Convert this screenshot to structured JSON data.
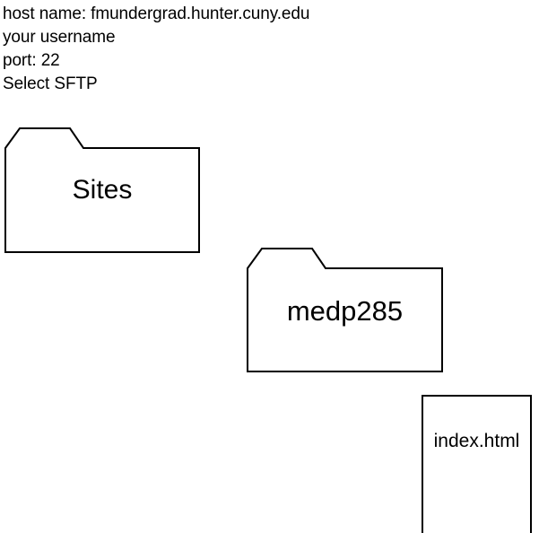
{
  "instructions": {
    "lines": [
      "host name: fmundergrad.hunter.cuny.edu",
      "your username",
      "port: 22",
      "Select SFTP"
    ]
  },
  "diagram": {
    "stroke_color": "#000000",
    "fill_color": "#ffffff",
    "background_color": "#ffffff",
    "nodes": [
      {
        "id": "sites-folder",
        "kind": "folder",
        "label": "Sites"
      },
      {
        "id": "medp285-folder",
        "kind": "folder",
        "label": "medp285"
      },
      {
        "id": "indexhtml-file",
        "kind": "file",
        "label": "index.html"
      }
    ]
  }
}
